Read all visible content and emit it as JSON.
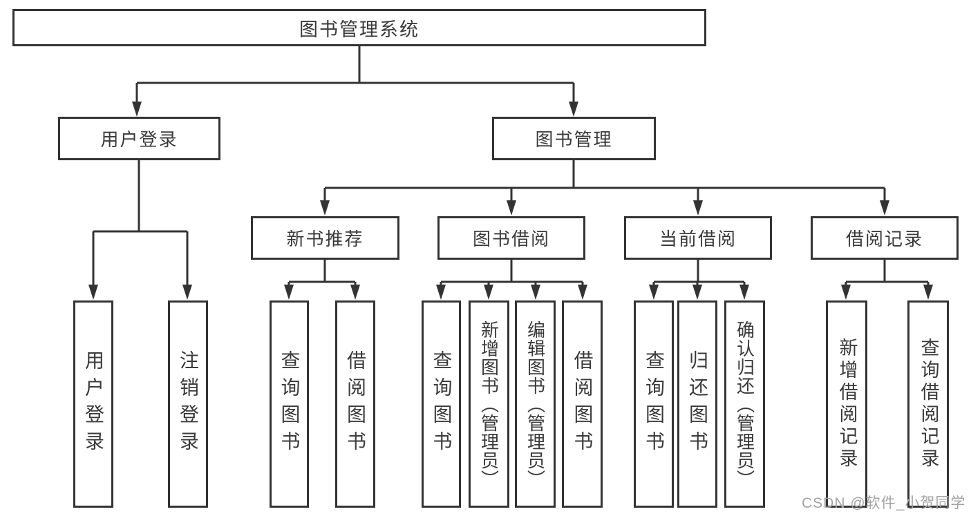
{
  "diagram": {
    "type": "tree",
    "colors": {
      "line": "#333333",
      "box_border": "#333333",
      "text": "#3a3a3a",
      "background": "#ffffff",
      "watermark": "#a3a3a3"
    },
    "nodes": {
      "root": "图书管理系统",
      "user_login": "用户登录",
      "book_management": "图书管理",
      "new_book_recommend": "新书推荐",
      "book_borrowing": "图书借阅",
      "current_borrowing": "当前借阅",
      "borrowing_records": "借阅记录",
      "leaf_user_login": "用户登录",
      "leaf_logout_login": "注销登录",
      "rec_query_books": "查询图书",
      "rec_borrow_books": "借阅图书",
      "bor_query_books": "查询图书",
      "bor_add_books": "新增图书（管理员）",
      "bor_edit_books": "编辑图书（管理员）",
      "bor_borrow_books": "借阅图书",
      "cur_query_books": "查询图书",
      "cur_return_books": "归还图书",
      "cur_confirm_return": "确认归还（管理员）",
      "log_add_record": "新增借阅记录",
      "log_query_record": "查询借阅记录"
    },
    "edges": [
      [
        "root",
        "user_login"
      ],
      [
        "root",
        "book_management"
      ],
      [
        "user_login",
        "leaf_user_login"
      ],
      [
        "user_login",
        "leaf_logout_login"
      ],
      [
        "book_management",
        "new_book_recommend"
      ],
      [
        "book_management",
        "book_borrowing"
      ],
      [
        "book_management",
        "current_borrowing"
      ],
      [
        "book_management",
        "borrowing_records"
      ],
      [
        "new_book_recommend",
        "rec_query_books"
      ],
      [
        "new_book_recommend",
        "rec_borrow_books"
      ],
      [
        "book_borrowing",
        "bor_query_books"
      ],
      [
        "book_borrowing",
        "bor_add_books"
      ],
      [
        "book_borrowing",
        "bor_edit_books"
      ],
      [
        "book_borrowing",
        "bor_borrow_books"
      ],
      [
        "current_borrowing",
        "cur_query_books"
      ],
      [
        "current_borrowing",
        "cur_return_books"
      ],
      [
        "current_borrowing",
        "cur_confirm_return"
      ],
      [
        "borrowing_records",
        "log_add_record"
      ],
      [
        "borrowing_records",
        "log_query_record"
      ]
    ],
    "watermark": "CSDN @软件_小贺同学"
  }
}
